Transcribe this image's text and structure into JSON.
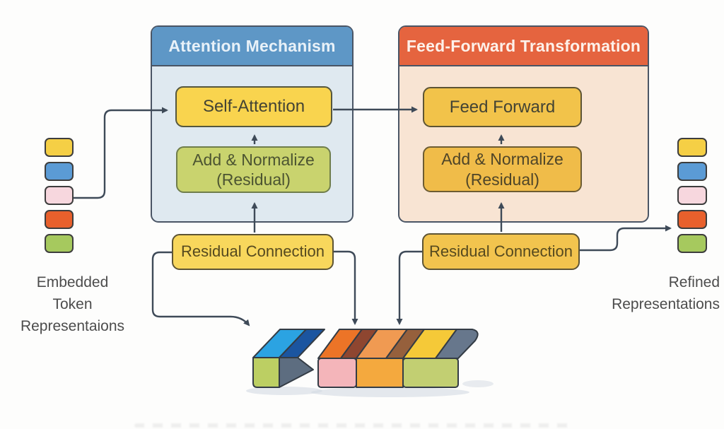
{
  "panels": {
    "attention": {
      "title": "Attention Mechanism",
      "boxes": {
        "self_attention": {
          "label": "Self-Attention"
        },
        "add_normalize": {
          "line1": "Add & Normalize",
          "line2": "(Residual)"
        }
      }
    },
    "feed_forward": {
      "title": "Feed-Forward Transformation",
      "boxes": {
        "feed_forward": {
          "label": "Feed Forward"
        },
        "add_normalize": {
          "line1": "Add & Normalize",
          "line2": "(Residual)"
        }
      }
    }
  },
  "residual": {
    "left_label": "Residual Connection",
    "right_label": "Residual Connection"
  },
  "labels": {
    "left": {
      "line1": "Embedded",
      "line2": "Token",
      "line3": "Representaions"
    },
    "right": {
      "line1": "Refined",
      "line2": "Representations"
    }
  },
  "tokens": {
    "order": [
      "yellow",
      "blue",
      "pink",
      "orange",
      "green"
    ]
  },
  "colors": {
    "line": "#3e4a58",
    "panel_border": "#4a5565",
    "attention_header_bg": "#5e97c6",
    "attention_body_bg": "#dfe9f0",
    "ff_header_bg": "#e5643f",
    "ff_body_bg": "#f8e4d3",
    "self_attention_bg": "#f9d44e",
    "add_norm_green_bg": "#c9d36e",
    "feed_forward_bg": "#f2c34a",
    "add_norm_amber_bg": "#f0bc49",
    "residual_left_bg": "#f8d75c",
    "residual_right_bg": "#f2c44e",
    "token_yellow": "#f5cf45",
    "token_blue": "#5b9bd5",
    "token_pink": "#f7d7de",
    "token_orange": "#e8602c",
    "token_green": "#a6c95e",
    "block_blue_light": "#2ba3e2",
    "block_blue_dark": "#1b55a0",
    "block_green_front": "#bccf63",
    "block_slate_side": "#5d6d80",
    "block_pink_front": "#f4b5ba",
    "block_amber_front": "#f4a93e",
    "block_green2_front": "#c2cf72",
    "block_orange_top": "#ec7427",
    "block_maroon_top": "#8e4630",
    "block_orange2_top": "#f09a52",
    "block_brown_top": "#96603c",
    "block_yellow_top": "#f5c938",
    "block_gray_top": "#67778c",
    "shadow": "#d3dae2"
  }
}
